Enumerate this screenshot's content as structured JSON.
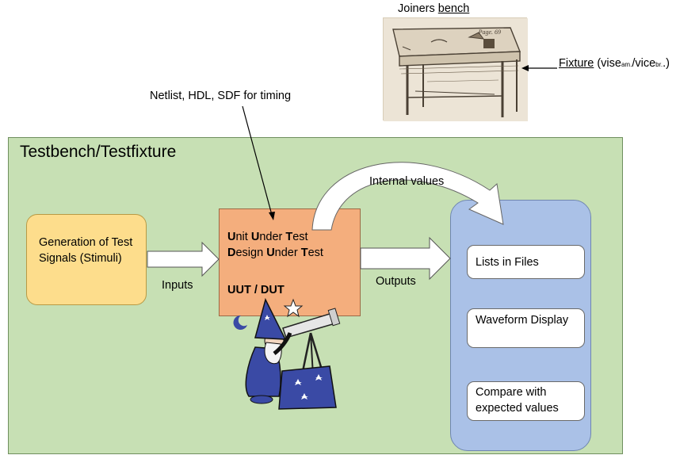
{
  "photo": {
    "title_prefix": "Joiners ",
    "title_underlined": "bench",
    "page_mark": "Page. 69",
    "fixture_word": "Fixture",
    "fixture_open": " (vise",
    "fixture_am": "am.",
    "fixture_mid": "/vice",
    "fixture_br": "br.",
    "fixture_close": ".)"
  },
  "netlist_label": "Netlist, HDL, SDF for timing",
  "testbench_title": "Testbench/Testfixture",
  "generation_box": {
    "text": "Generation of Test Signals (Stimuli)"
  },
  "inputs_label": "Inputs",
  "uut_box": {
    "line1": [
      {
        "b": "U",
        "r": "nit "
      },
      {
        "b": "U",
        "r": "nder "
      },
      {
        "b": "T",
        "r": "est"
      }
    ],
    "line2": [
      {
        "b": "D",
        "r": "esign "
      },
      {
        "b": "U",
        "r": "nder "
      },
      {
        "b": "T",
        "r": "est"
      }
    ],
    "short": "UUT / DUT"
  },
  "internal_values_label": "Internal values",
  "outputs_label": "Outputs",
  "output_panel": {
    "items": [
      {
        "label": "Lists in Files"
      },
      {
        "label": "Waveform Display"
      },
      {
        "label": "Compare with expected values"
      }
    ]
  },
  "colors": {
    "testbench_bg": "#c7e0b4",
    "generation_bg": "#fddd8c",
    "uut_bg": "#f4ae7d",
    "output_panel_bg": "#aac1e7",
    "wizard_robe": "#3a4aa5"
  }
}
